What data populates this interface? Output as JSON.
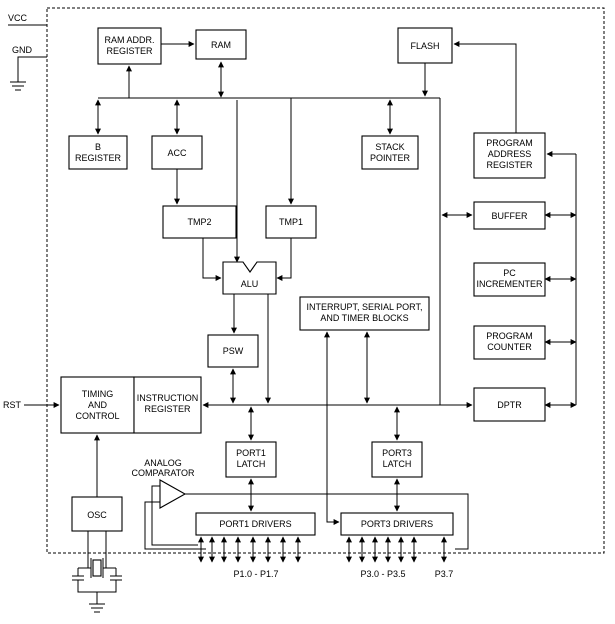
{
  "supply": {
    "vcc": "VCC",
    "gnd": "GND",
    "rst": "RST"
  },
  "blocks": {
    "ram_addr": [
      "RAM ADDR.",
      "REGISTER"
    ],
    "ram": [
      "RAM"
    ],
    "flash": [
      "FLASH"
    ],
    "b_register": [
      "B",
      "REGISTER"
    ],
    "acc": [
      "ACC"
    ],
    "stack_pointer": [
      "STACK",
      "POINTER"
    ],
    "program_address_register": [
      "PROGRAM",
      "ADDRESS",
      "REGISTER"
    ],
    "tmp2": [
      "TMP2"
    ],
    "tmp1": [
      "TMP1"
    ],
    "buffer": [
      "BUFFER"
    ],
    "alu": [
      "ALU"
    ],
    "pc_incrementer": [
      "PC",
      "INCREMENTER"
    ],
    "interrupt": [
      "INTERRUPT, SERIAL PORT,",
      "AND TIMER BLOCKS"
    ],
    "program_counter": [
      "PROGRAM",
      "COUNTER"
    ],
    "psw": [
      "PSW"
    ],
    "timing_control": [
      "TIMING",
      "AND",
      "CONTROL"
    ],
    "instruction_register": [
      "INSTRUCTION",
      "REGISTER"
    ],
    "dptr": [
      "DPTR"
    ],
    "port1_latch": [
      "PORT1",
      "LATCH"
    ],
    "port3_latch": [
      "PORT3",
      "LATCH"
    ],
    "analog_comparator": [
      "ANALOG",
      "COMPARATOR"
    ],
    "osc": [
      "OSC"
    ],
    "port1_drivers": [
      "PORT1 DRIVERS"
    ],
    "port3_drivers": [
      "PORT3 DRIVERS"
    ]
  },
  "pins": {
    "p1": "P1.0 - P1.7",
    "p3": "P3.0 - P3.5",
    "p37": "P3.7"
  }
}
